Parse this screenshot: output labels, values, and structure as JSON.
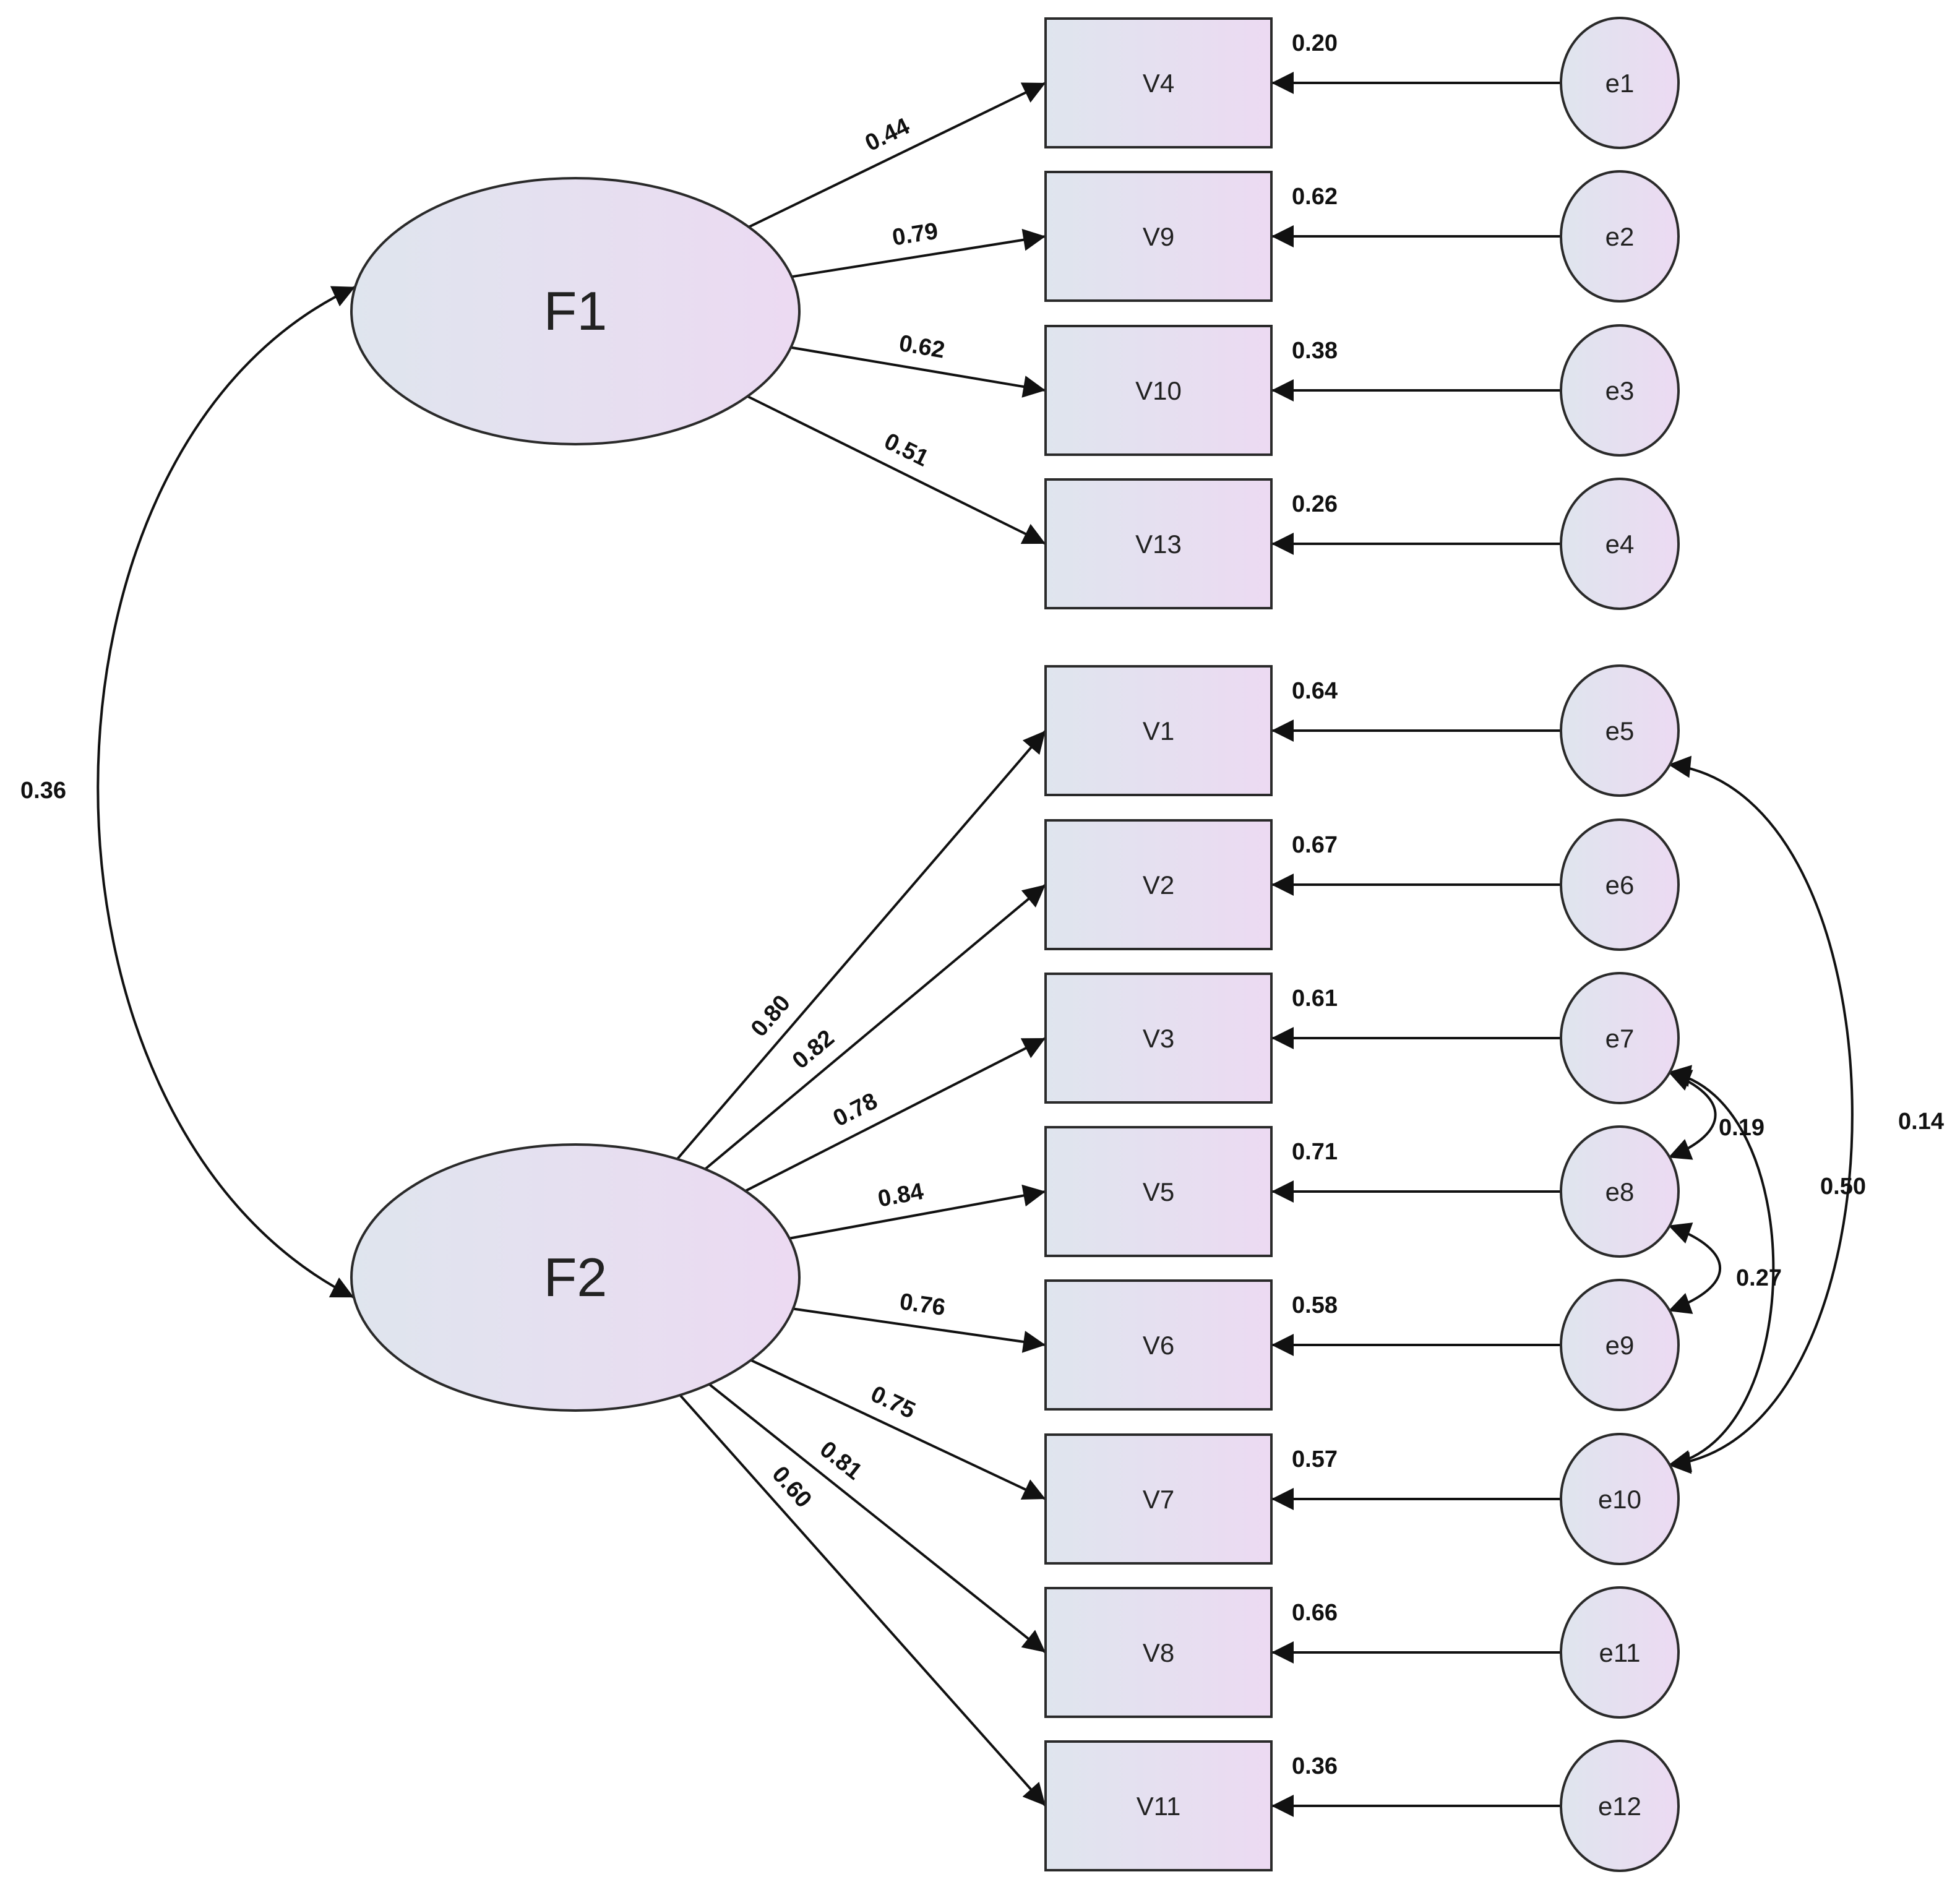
{
  "factors": [
    {
      "id": "F1",
      "label": "F1"
    },
    {
      "id": "F2",
      "label": "F2"
    }
  ],
  "observed": [
    {
      "id": "V4",
      "label": "V4",
      "r2": "0.20"
    },
    {
      "id": "V9",
      "label": "V9",
      "r2": "0.62"
    },
    {
      "id": "V10",
      "label": "V10",
      "r2": "0.38"
    },
    {
      "id": "V13",
      "label": "V13",
      "r2": "0.26"
    },
    {
      "id": "V1",
      "label": "V1",
      "r2": "0.64"
    },
    {
      "id": "V2",
      "label": "V2",
      "r2": "0.67"
    },
    {
      "id": "V3",
      "label": "V3",
      "r2": "0.61"
    },
    {
      "id": "V5",
      "label": "V5",
      "r2": "0.71"
    },
    {
      "id": "V6",
      "label": "V6",
      "r2": "0.58"
    },
    {
      "id": "V7",
      "label": "V7",
      "r2": "0.57"
    },
    {
      "id": "V8",
      "label": "V8",
      "r2": "0.66"
    },
    {
      "id": "V11",
      "label": "V11",
      "r2": "0.36"
    }
  ],
  "errors": [
    "e1",
    "e2",
    "e3",
    "e4",
    "e5",
    "e6",
    "e7",
    "e8",
    "e9",
    "e10",
    "e11",
    "e12"
  ],
  "loadings": [
    {
      "from": "F1",
      "to": "V4",
      "value": "0.44"
    },
    {
      "from": "F1",
      "to": "V9",
      "value": "0.79"
    },
    {
      "from": "F1",
      "to": "V10",
      "value": "0.62"
    },
    {
      "from": "F1",
      "to": "V13",
      "value": "0.51"
    },
    {
      "from": "F2",
      "to": "V1",
      "value": "0.80"
    },
    {
      "from": "F2",
      "to": "V2",
      "value": "0.82"
    },
    {
      "from": "F2",
      "to": "V3",
      "value": "0.78"
    },
    {
      "from": "F2",
      "to": "V5",
      "value": "0.84"
    },
    {
      "from": "F2",
      "to": "V6",
      "value": "0.76"
    },
    {
      "from": "F2",
      "to": "V7",
      "value": "0.75"
    },
    {
      "from": "F2",
      "to": "V8",
      "value": "0.81"
    },
    {
      "from": "F2",
      "to": "V11",
      "value": "0.60"
    }
  ],
  "covariances": [
    {
      "from": "F1",
      "to": "F2",
      "value": "0.36"
    },
    {
      "from": "e7",
      "to": "e8",
      "value": "0.19"
    },
    {
      "from": "e8",
      "to": "e9",
      "value": "0.27"
    },
    {
      "from": "e7",
      "to": "e10",
      "value": "0.50"
    },
    {
      "from": "e5",
      "to": "e10",
      "value": "0.14"
    }
  ],
  "colors": {
    "fill_start": "#dfe5ee",
    "fill_end": "#ecdaf2",
    "stroke": "#2a2a2a"
  }
}
